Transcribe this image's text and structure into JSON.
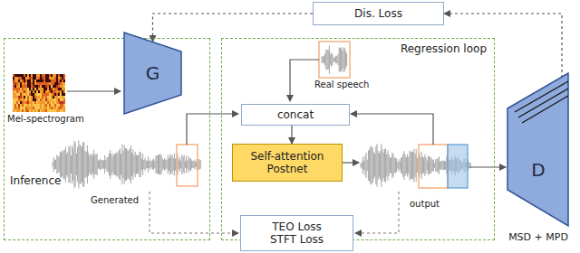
{
  "diagram": {
    "nodes": [
      {
        "text": [
          "Dis. Loss"
        ]
      },
      {
        "text": [
          "Inference"
        ]
      },
      {
        "text": [
          "G"
        ],
        "in": 1
      },
      {
        "text": [
          "Regression loop"
        ]
      },
      {
        "text": [
          "concat"
        ],
        "in": 3
      },
      {
        "text": [
          "Self-attention Postnet"
        ],
        "in": 3
      },
      {
        "text": [
          "TEO Loss STFT Loss"
        ]
      },
      {
        "text": [
          "D",
          "MSD + MPD"
        ]
      }
    ],
    "edges": [
      {
        "from": 7,
        "to": 0,
        "arrow": "to"
      },
      {
        "from": 0,
        "to": 2,
        "arrow": "to"
      },
      {
        "from": 4,
        "to": 5,
        "arrow": "to"
      }
    ],
    "labels": [
      "Mel-spectrogram",
      "Generated",
      "Real speech",
      "output"
    ]
  }
}
